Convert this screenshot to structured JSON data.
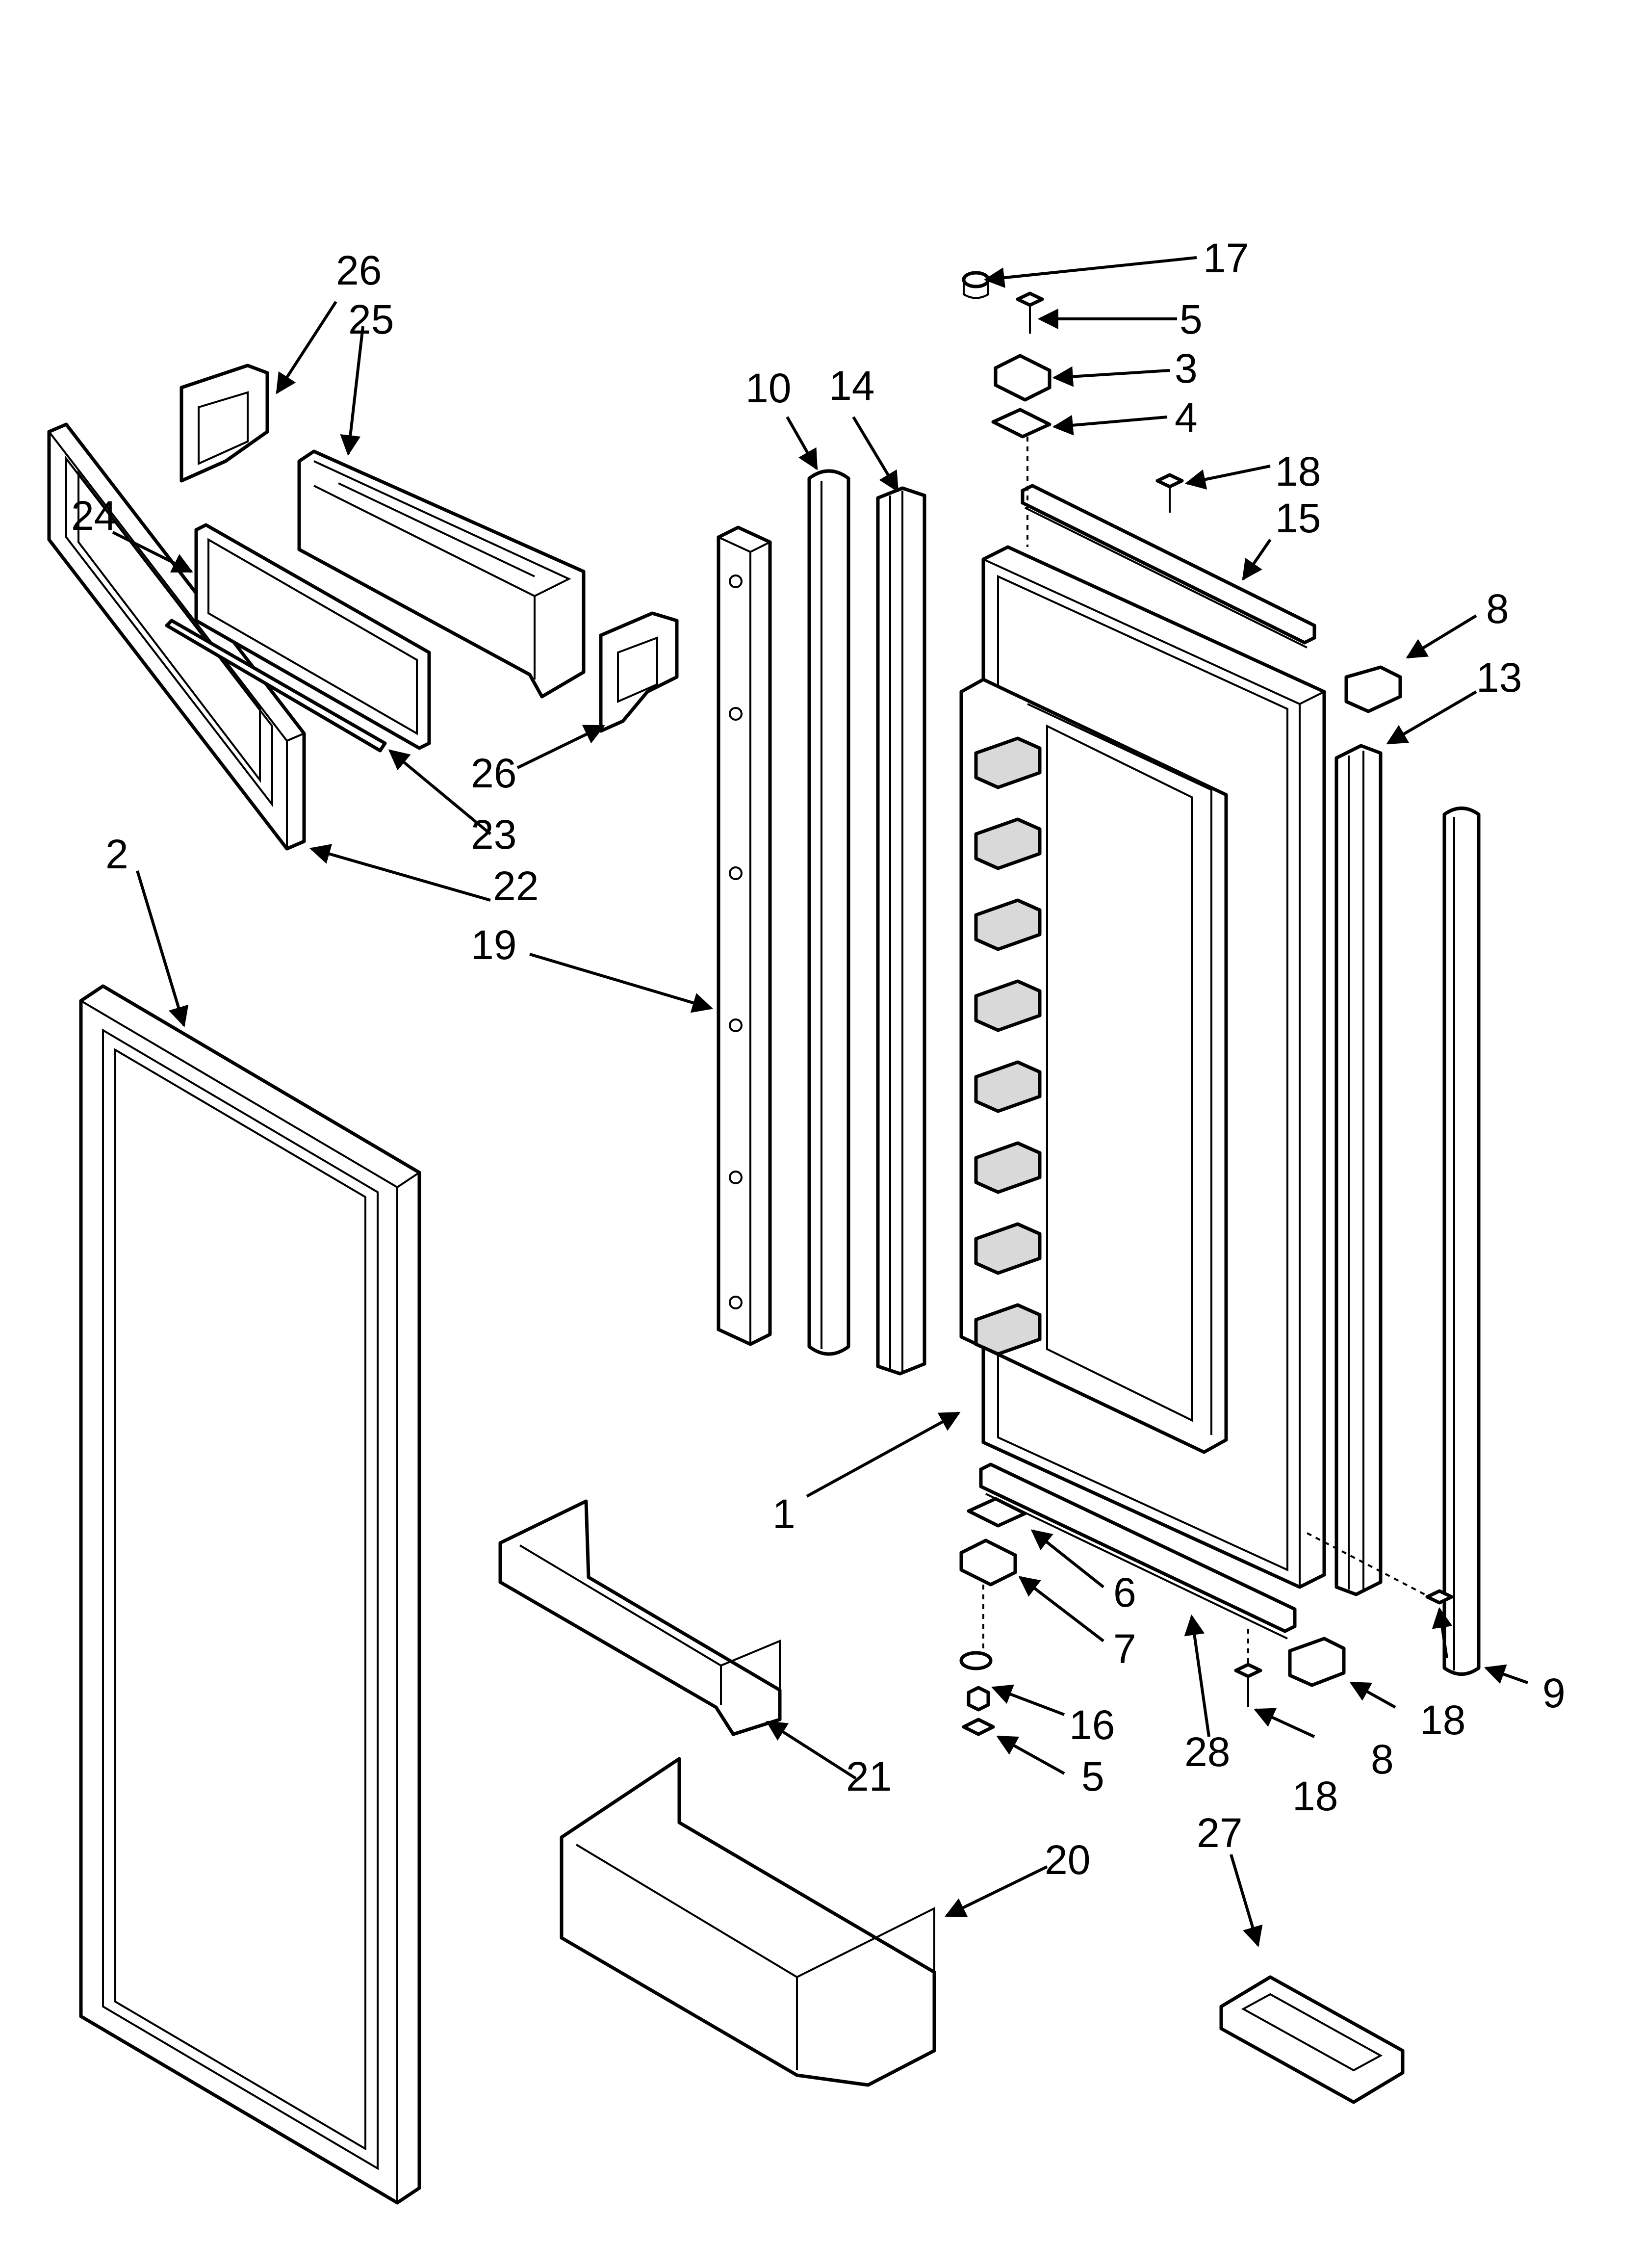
{
  "diagram": {
    "colors": {
      "ink": "#000000",
      "paper": "#ffffff",
      "shade": "#d9d9d9"
    },
    "callouts": {
      "c1": "1",
      "c2": "2",
      "c3": "3",
      "c4": "4",
      "c5a": "5",
      "c5b": "5",
      "c6": "6",
      "c7": "7",
      "c8a": "8",
      "c8b": "8",
      "c9": "9",
      "c10": "10",
      "c13": "13",
      "c14": "14",
      "c15": "15",
      "c16": "16",
      "c17": "17",
      "c18a": "18",
      "c18b": "18",
      "c18c": "18",
      "c19": "19",
      "c20": "20",
      "c21": "21",
      "c22": "22",
      "c23": "23",
      "c24": "24",
      "c25": "25",
      "c26a": "26",
      "c26b": "26",
      "c27": "27",
      "c28": "28"
    }
  }
}
